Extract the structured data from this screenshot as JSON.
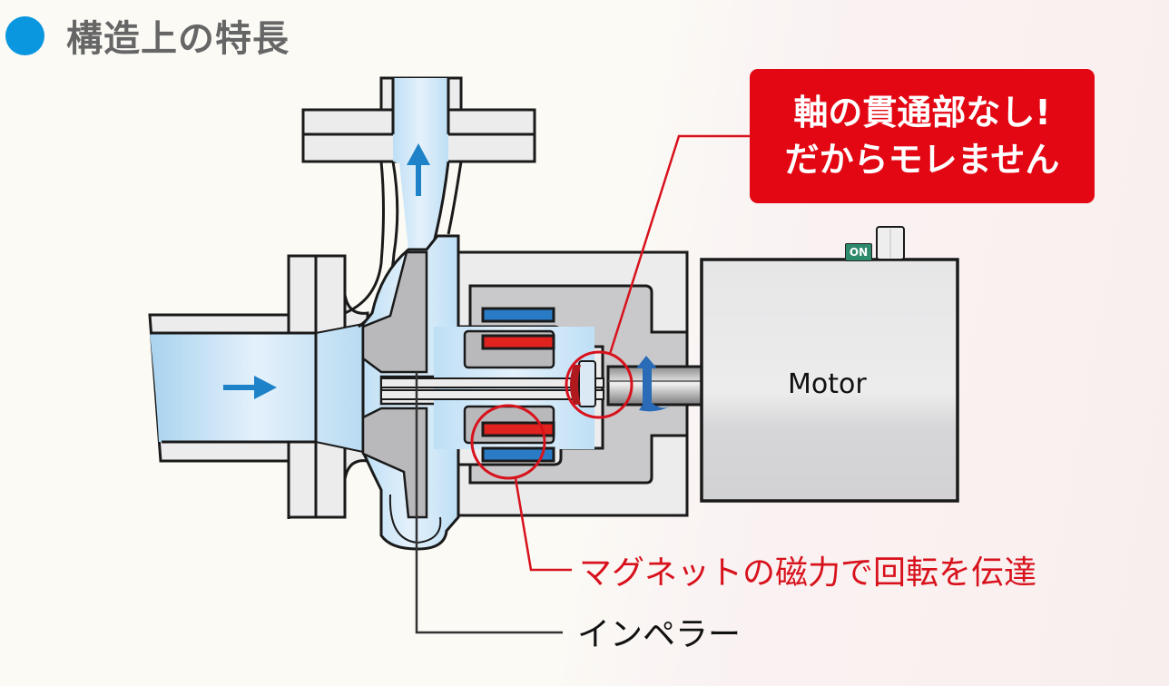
{
  "header": {
    "title": "構造上の特長",
    "bullet_color": "#0a97e0"
  },
  "callout": {
    "line1": "軸の貫通部なし!",
    "line2": "だからモレません",
    "color": "#e30613"
  },
  "motor": {
    "label": "Motor",
    "switch_label": "ON"
  },
  "annotations": {
    "magnet": "マグネットの磁力で回転を伝達",
    "impeller": "インペラー"
  },
  "colors": {
    "fluid": "#cfe6f6",
    "casing": "#ebebec",
    "metal": "#b9b9bb",
    "magnet_inner": "#e0231e",
    "magnet_outer": "#2a7bc5",
    "flow_arrow": "#1e82c8",
    "rotation_arrow": "#2a6bb8",
    "highlight": "#d8121c"
  }
}
